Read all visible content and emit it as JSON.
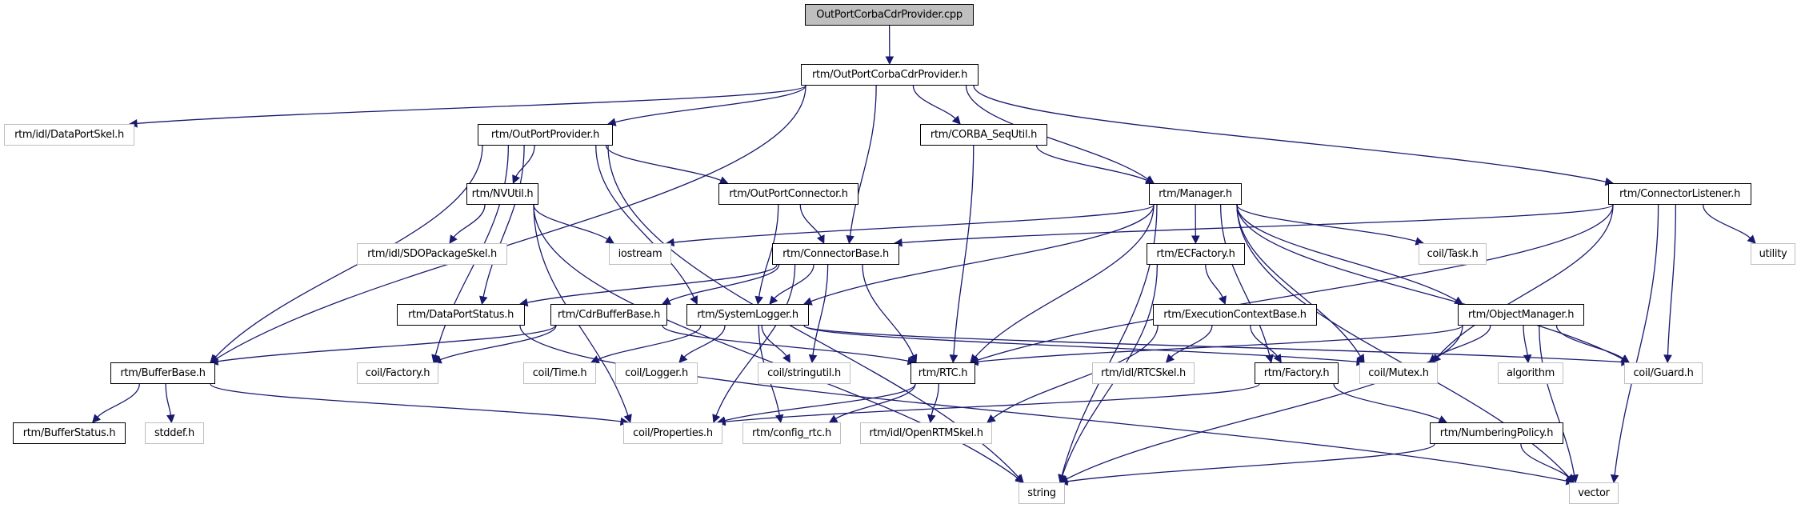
{
  "title": "OutPortCorbaCdrProvider.cpp include dependency graph",
  "colors": {
    "edge": "#191970",
    "root_fill": "#bfbfbf",
    "external_border": "#bfbfbf",
    "internal_border": "#000000"
  },
  "nodes": [
    {
      "id": "cpp",
      "label": "OutPortCorbaCdrProvider.cpp",
      "kind": "root"
    },
    {
      "id": "occp",
      "label": "rtm/OutPortCorbaCdrProvider.h",
      "kind": "internal"
    },
    {
      "id": "dpskel",
      "label": "rtm/idl/DataPortSkel.h",
      "kind": "external"
    },
    {
      "id": "opp",
      "label": "rtm/OutPortProvider.h",
      "kind": "internal"
    },
    {
      "id": "seq",
      "label": "rtm/CORBA_SeqUtil.h",
      "kind": "internal"
    },
    {
      "id": "nvutil",
      "label": "rtm/NVUtil.h",
      "kind": "internal"
    },
    {
      "id": "opc",
      "label": "rtm/OutPortConnector.h",
      "kind": "internal"
    },
    {
      "id": "manager",
      "label": "rtm/Manager.h",
      "kind": "internal"
    },
    {
      "id": "cl",
      "label": "rtm/ConnectorListener.h",
      "kind": "internal"
    },
    {
      "id": "sdo",
      "label": "rtm/idl/SDOPackageSkel.h",
      "kind": "external"
    },
    {
      "id": "iostream",
      "label": "iostream",
      "kind": "external"
    },
    {
      "id": "cb",
      "label": "rtm/ConnectorBase.h",
      "kind": "internal"
    },
    {
      "id": "ecf",
      "label": "rtm/ECFactory.h",
      "kind": "internal"
    },
    {
      "id": "task",
      "label": "coil/Task.h",
      "kind": "external"
    },
    {
      "id": "utility",
      "label": "utility",
      "kind": "external"
    },
    {
      "id": "dps",
      "label": "rtm/DataPortStatus.h",
      "kind": "internal"
    },
    {
      "id": "cdrbb",
      "label": "rtm/CdrBufferBase.h",
      "kind": "internal"
    },
    {
      "id": "syslog",
      "label": "rtm/SystemLogger.h",
      "kind": "internal"
    },
    {
      "id": "ecb",
      "label": "rtm/ExecutionContextBase.h",
      "kind": "internal"
    },
    {
      "id": "objmgr",
      "label": "rtm/ObjectManager.h",
      "kind": "internal"
    },
    {
      "id": "bb",
      "label": "rtm/BufferBase.h",
      "kind": "internal"
    },
    {
      "id": "cfactory",
      "label": "coil/Factory.h",
      "kind": "external"
    },
    {
      "id": "ctime",
      "label": "coil/Time.h",
      "kind": "external"
    },
    {
      "id": "clogger",
      "label": "coil/Logger.h",
      "kind": "external"
    },
    {
      "id": "cstrutil",
      "label": "coil/stringutil.h",
      "kind": "external"
    },
    {
      "id": "rtc",
      "label": "rtm/RTC.h",
      "kind": "internal"
    },
    {
      "id": "rtcskel",
      "label": "rtm/idl/RTCSkel.h",
      "kind": "external"
    },
    {
      "id": "rfactory",
      "label": "rtm/Factory.h",
      "kind": "internal"
    },
    {
      "id": "mutex",
      "label": "coil/Mutex.h",
      "kind": "external"
    },
    {
      "id": "algorithm",
      "label": "algorithm",
      "kind": "external"
    },
    {
      "id": "guard",
      "label": "coil/Guard.h",
      "kind": "external"
    },
    {
      "id": "bstatus",
      "label": "rtm/BufferStatus.h",
      "kind": "internal"
    },
    {
      "id": "stddef",
      "label": "stddef.h",
      "kind": "external"
    },
    {
      "id": "props",
      "label": "coil/Properties.h",
      "kind": "external"
    },
    {
      "id": "configrtc",
      "label": "rtm/config_rtc.h",
      "kind": "external"
    },
    {
      "id": "ortmskel",
      "label": "rtm/idl/OpenRTMSkel.h",
      "kind": "external"
    },
    {
      "id": "numpol",
      "label": "rtm/NumberingPolicy.h",
      "kind": "internal"
    },
    {
      "id": "string",
      "label": "string",
      "kind": "external"
    },
    {
      "id": "vector",
      "label": "vector",
      "kind": "external"
    }
  ],
  "edges": [
    [
      "cpp",
      "occp"
    ],
    [
      "occp",
      "dpskel"
    ],
    [
      "occp",
      "opp"
    ],
    [
      "occp",
      "bb"
    ],
    [
      "occp",
      "seq"
    ],
    [
      "occp",
      "cb"
    ],
    [
      "occp",
      "manager"
    ],
    [
      "occp",
      "cl"
    ],
    [
      "opp",
      "nvutil"
    ],
    [
      "opp",
      "opc"
    ],
    [
      "opp",
      "dps"
    ],
    [
      "opp",
      "bb"
    ],
    [
      "opp",
      "syslog"
    ],
    [
      "opp",
      "cfactory"
    ],
    [
      "opp",
      "string"
    ],
    [
      "seq",
      "manager"
    ],
    [
      "seq",
      "rtc"
    ],
    [
      "nvutil",
      "sdo"
    ],
    [
      "nvutil",
      "iostream"
    ],
    [
      "nvutil",
      "props"
    ],
    [
      "nvutil",
      "string"
    ],
    [
      "opc",
      "cb"
    ],
    [
      "opc",
      "syslog"
    ],
    [
      "manager",
      "iostream"
    ],
    [
      "manager",
      "syslog"
    ],
    [
      "manager",
      "ecf"
    ],
    [
      "manager",
      "task"
    ],
    [
      "manager",
      "objmgr"
    ],
    [
      "manager",
      "rtc"
    ],
    [
      "manager",
      "rfactory"
    ],
    [
      "manager",
      "mutex"
    ],
    [
      "manager",
      "guard"
    ],
    [
      "manager",
      "string"
    ],
    [
      "manager",
      "vector"
    ],
    [
      "cl",
      "cb"
    ],
    [
      "cl",
      "utility"
    ],
    [
      "cl",
      "rtc"
    ],
    [
      "cl",
      "mutex"
    ],
    [
      "cl",
      "guard"
    ],
    [
      "cl",
      "vector"
    ],
    [
      "cb",
      "dps"
    ],
    [
      "cb",
      "cdrbb"
    ],
    [
      "cb",
      "syslog"
    ],
    [
      "cb",
      "rtc"
    ],
    [
      "cb",
      "cstrutil"
    ],
    [
      "cb",
      "props"
    ],
    [
      "ecf",
      "ecb"
    ],
    [
      "ecf",
      "string"
    ],
    [
      "dps",
      "vector"
    ],
    [
      "cdrbb",
      "bb"
    ],
    [
      "cdrbb",
      "cfactory"
    ],
    [
      "cdrbb",
      "rtc"
    ],
    [
      "syslog",
      "ctime"
    ],
    [
      "syslog",
      "clogger"
    ],
    [
      "syslog",
      "cstrutil"
    ],
    [
      "syslog",
      "configrtc"
    ],
    [
      "syslog",
      "mutex"
    ],
    [
      "syslog",
      "guard"
    ],
    [
      "ecb",
      "rtcskel"
    ],
    [
      "ecb",
      "rfactory"
    ],
    [
      "ecb",
      "ortmskel"
    ],
    [
      "objmgr",
      "rtc"
    ],
    [
      "objmgr",
      "mutex"
    ],
    [
      "objmgr",
      "algorithm"
    ],
    [
      "objmgr",
      "guard"
    ],
    [
      "objmgr",
      "vector"
    ],
    [
      "objmgr",
      "string"
    ],
    [
      "bb",
      "bstatus"
    ],
    [
      "bb",
      "stddef"
    ],
    [
      "bb",
      "props"
    ],
    [
      "rtc",
      "props"
    ],
    [
      "rtc",
      "configrtc"
    ],
    [
      "rtc",
      "ortmskel"
    ],
    [
      "rfactory",
      "props"
    ],
    [
      "rfactory",
      "numpol"
    ],
    [
      "numpol",
      "string"
    ],
    [
      "numpol",
      "vector"
    ]
  ]
}
